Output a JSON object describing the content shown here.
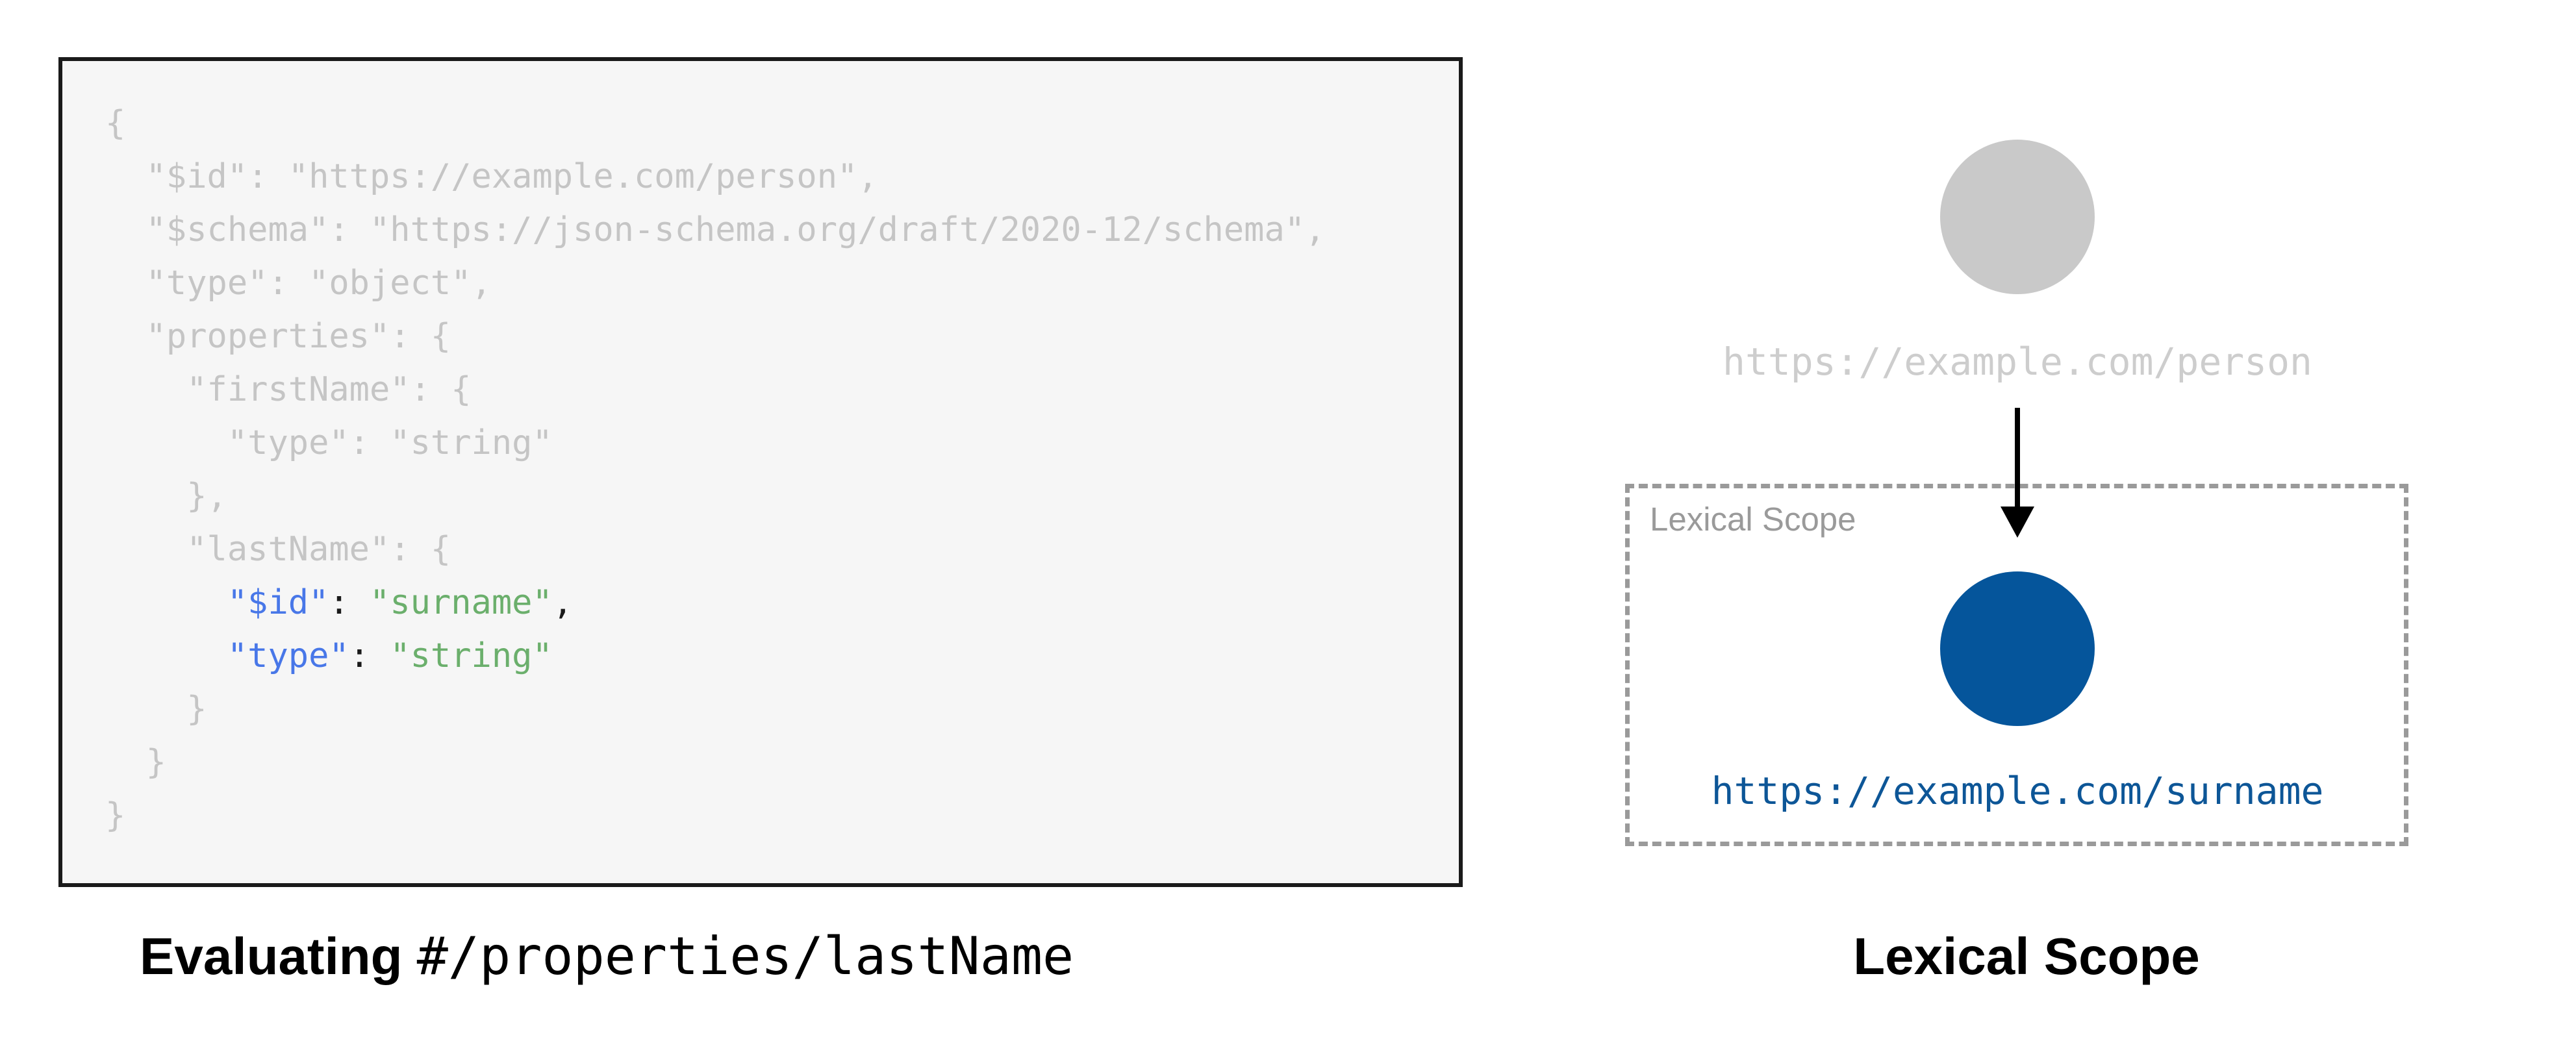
{
  "left_panel": {
    "caption_bold": "Evaluating ",
    "caption_path": "#/properties/lastName",
    "code": {
      "lines": [
        [
          {
            "t": "{",
            "cls": "dim"
          }
        ],
        [
          {
            "t": "  \"$id\": \"https://example.com/person\",",
            "cls": "dim"
          }
        ],
        [
          {
            "t": "  \"$schema\": \"https://json-schema.org/draft/2020-12/schema\",",
            "cls": "dim"
          }
        ],
        [
          {
            "t": "  \"type\": \"object\",",
            "cls": "dim"
          }
        ],
        [
          {
            "t": "  \"properties\": {",
            "cls": "dim"
          }
        ],
        [
          {
            "t": "    \"firstName\": {",
            "cls": "dim"
          }
        ],
        [
          {
            "t": "      \"type\": \"string\"",
            "cls": "dim"
          }
        ],
        [
          {
            "t": "    },",
            "cls": "dim"
          }
        ],
        [
          {
            "t": "    \"lastName\": {",
            "cls": "dim"
          }
        ],
        [
          {
            "t": "      ",
            "cls": "dim"
          },
          {
            "t": "\"$id\"",
            "cls": "key"
          },
          {
            "t": ": ",
            "cls": "punct"
          },
          {
            "t": "\"surname\"",
            "cls": "str"
          },
          {
            "t": ",",
            "cls": "punct"
          }
        ],
        [
          {
            "t": "      ",
            "cls": "dim"
          },
          {
            "t": "\"type\"",
            "cls": "key"
          },
          {
            "t": ": ",
            "cls": "punct"
          },
          {
            "t": "\"string\"",
            "cls": "str"
          }
        ],
        [
          {
            "t": "    }",
            "cls": "dim"
          }
        ],
        [
          {
            "t": "  }",
            "cls": "dim"
          }
        ],
        [
          {
            "t": "}",
            "cls": "dim"
          }
        ]
      ]
    }
  },
  "right_panel": {
    "parent_uri": "https://example.com/person",
    "scope_label": "Lexical Scope",
    "child_uri": "https://example.com/surname",
    "caption": "Lexical Scope"
  },
  "colors": {
    "code_dim": "#c5c5c5",
    "code_key": "#4877e8",
    "code_string": "#6baf6c",
    "code_punct": "#1a1a1a",
    "code_box_background": "#f6f6f6",
    "code_box_border": "#1a1a1a",
    "circle_parent": "#c9c9c9",
    "circle_child": "#05559b",
    "uri_parent_text": "#cdcdcd",
    "uri_child_text": "#0d5697",
    "scope_border_gray": "#9a9a9a",
    "arrow_black": "#000000"
  }
}
